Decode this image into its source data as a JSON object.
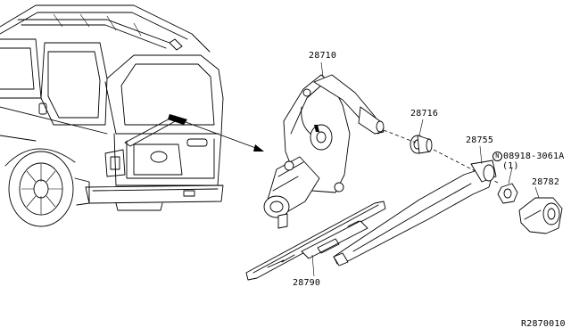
{
  "parts": [
    {
      "id": "motor",
      "number": "28710"
    },
    {
      "id": "cap",
      "number": "28716"
    },
    {
      "id": "arm",
      "number": "28755"
    },
    {
      "id": "nut",
      "number": "08918-3061A",
      "quantity": "(1)"
    },
    {
      "id": "cover",
      "number": "28782"
    },
    {
      "id": "blade",
      "number": "28790"
    }
  ],
  "diagram_ref": "R2870010",
  "nut_prefix_symbol": "N"
}
